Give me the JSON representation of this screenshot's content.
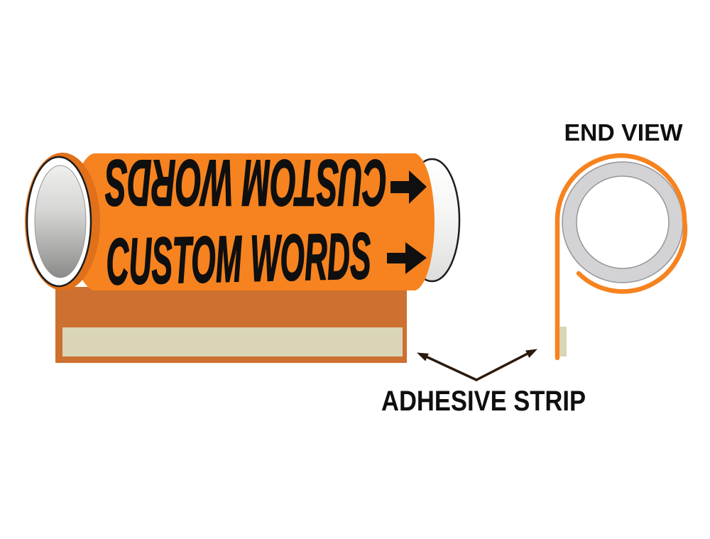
{
  "pipe_marker": {
    "legend": "CUSTOM WORDS",
    "legend_reversed": "CUSTOM WORDS"
  },
  "end_view": {
    "title": "END VIEW"
  },
  "callout": {
    "label": "ADHESIVE STRIP"
  },
  "icons": {
    "flow_arrow_top": "right-arrow",
    "flow_arrow_bottom": "right-arrow",
    "callout_arrow_left": "up-left-arrow",
    "callout_arrow_right": "up-right-arrow"
  },
  "colors": {
    "label_orange": "#F6831F",
    "wrap_shadow_orange": "#E0701A",
    "backing_orange": "#CD7030",
    "adhesive_tan": "#D9D5B5",
    "pipe_gray": "#D3D3D5",
    "pipe_gray_stroke": "#97979B",
    "outline_dark": "#1C1C1C",
    "arrow_dark": "#2B190D",
    "text_black": "#0F0F0F"
  }
}
